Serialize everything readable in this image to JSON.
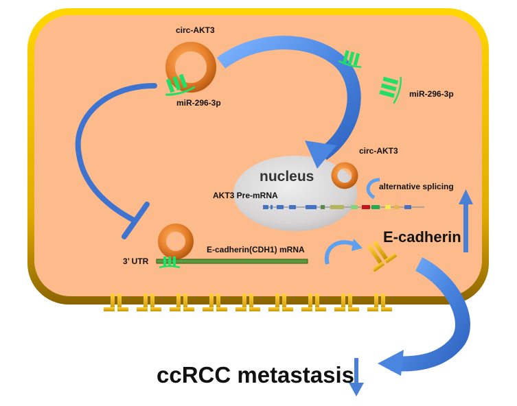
{
  "diagram": {
    "title_bottom": "ccRCC metastasis",
    "labels": {
      "circ_top": "circ-AKT3",
      "mir_bound": "miR-296-3p",
      "mir_free": "miR-296-3p",
      "circ_nucleus": "circ-AKT3",
      "nucleus": "nucleus",
      "alt_splicing": "alternative splicing",
      "premrna": "AKT3 Pre-mRNA",
      "ecad_mrna": "E-cadherin(CDH1) mRNA",
      "utr": "3’ UTR",
      "ecad_protein": "E-cadherin",
      "outcome": "ccRCC metastasis"
    },
    "indicators": {
      "ecadherin_change": "up",
      "metastasis_change": "down"
    },
    "colors": {
      "cell_fill": "#fdbb8c",
      "cell_border": "#f2c200",
      "arrow_blue": "#4a86e0",
      "circ_rna": "#e8822e",
      "mirna_green": "#22dd66",
      "mrna_green": "#5a9a3a",
      "cadherin_gold": "#e6b10a"
    },
    "exon_colors": [
      "#4472c4",
      "#4472c4",
      "#4472c4",
      "#4472c4",
      "#4472c4",
      "#5a8a4a",
      "#b4b45a",
      "#7ed67e",
      "#c0141e",
      "#22aa55",
      "#eeee44",
      "#e6b44a",
      "#4472c4"
    ],
    "membrane_cadherin_count": 9
  }
}
